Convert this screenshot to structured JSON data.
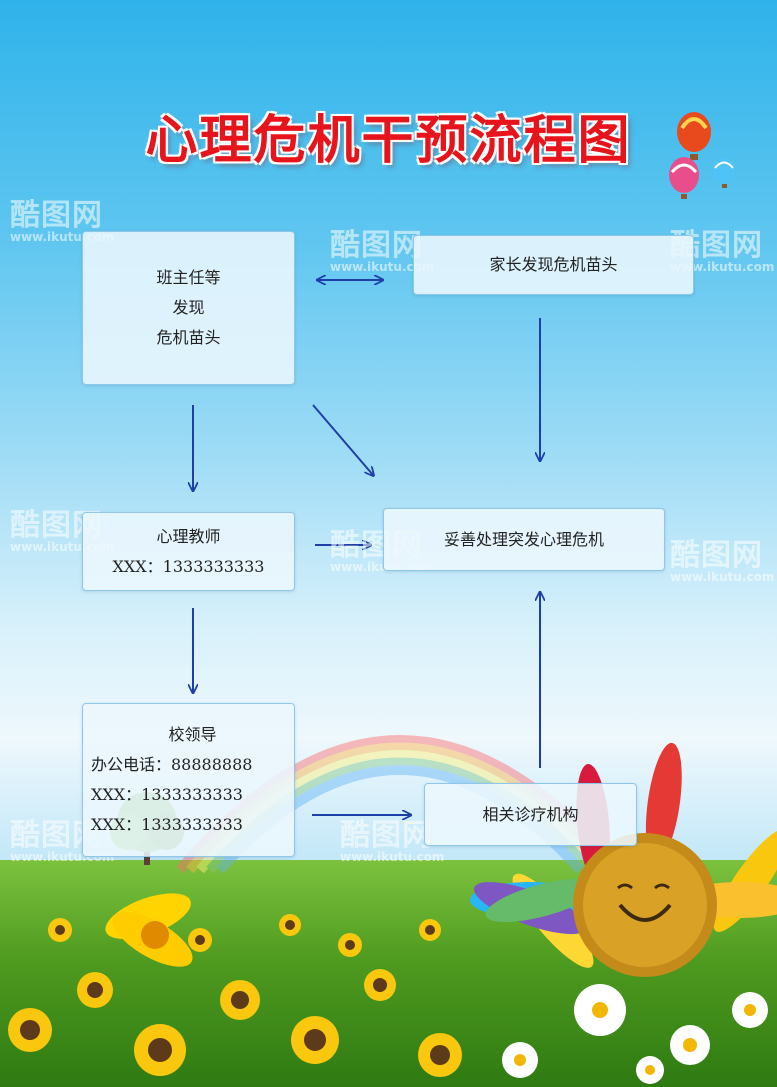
{
  "title": "心理危机干预流程图",
  "nodes": {
    "teacher_discover": [
      "班主任等",
      "发现",
      "危机苗头"
    ],
    "parent_discover": "家长发现危机苗头",
    "psych_teacher": {
      "name": "心理教师",
      "phone": "XXX：1333333333"
    },
    "handle_crisis": "妥善处理突发心理危机",
    "school_leader": {
      "name": "校领导",
      "office_phone": "办公电话：88888888",
      "phone1": "XXX：1333333333",
      "phone2": "XXX：1333333333"
    },
    "medical": "相关诊疗机构"
  },
  "watermark": {
    "brand": "酷图网",
    "url": "www.ikutu.com"
  },
  "colors": {
    "title": "#e8141b",
    "arrow": "#1f3fa8",
    "box_border": "#8fc7e8"
  }
}
